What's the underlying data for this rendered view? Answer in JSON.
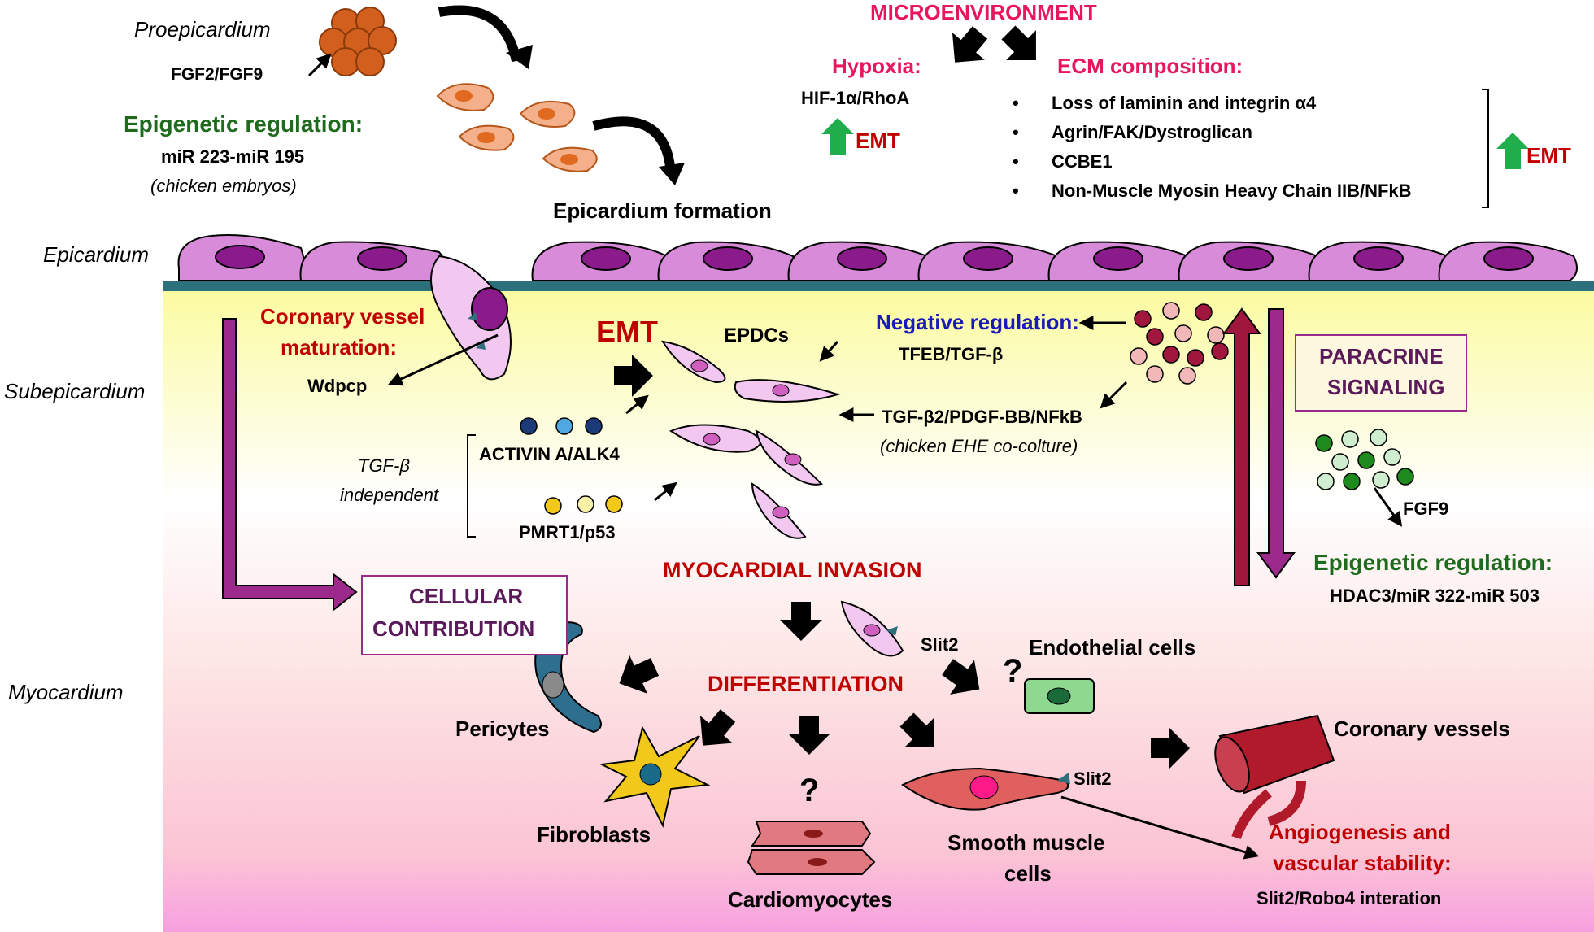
{
  "colors": {
    "red": "#c00000",
    "pink": "#e8175d",
    "green": "#1e6b1e",
    "blue": "#1a1ab8",
    "purple": "#5a1a5a",
    "arrow_green": "#1fae4b",
    "pathway_purple": "#9c2a8c",
    "pathway_red": "#a0163c",
    "cell_pink": "#d88bd8",
    "nucleus_purple": "#8b1a8b",
    "membrane": "#2e6f7c"
  },
  "top_left": {
    "proepicardium": "Proepicardium",
    "fgf": "FGF2/FGF9",
    "epigenetic_title": "Epigenetic regulation:",
    "mir": "miR 223-miR 195",
    "chicken": "(chicken embryos)",
    "epicardium_formation": "Epicardium formation"
  },
  "microenvironment": {
    "title": "MICROENVIRONMENT",
    "hypoxia_title": "Hypoxia:",
    "hypoxia_pathway": "HIF-1α/RhoA",
    "hypoxia_emt": "EMT",
    "ecm_title": "ECM composition:",
    "ecm_items": [
      "Loss of laminin and integrin α4",
      "Agrin/FAK/Dystroglican",
      "CCBE1",
      "Non-Muscle Myosin Heavy Chain IIB/NFkB"
    ],
    "ecm_emt": "EMT"
  },
  "layers": {
    "epicardium": "Epicardium",
    "subepicardium": "Subepicardium",
    "myocardium": "Myocardium"
  },
  "subepicardium": {
    "coronary_title_1": "Coronary vessel",
    "coronary_title_2": "maturation:",
    "wdpcp": "Wdpcp",
    "emt": "EMT",
    "epdcs": "EPDCs",
    "negative_title": "Negative regulation:",
    "tfeb": "TFEB/TGF-β",
    "tgfb2": "TGF-β2/PDGF-BB/NFkB",
    "chicken_ehe": "(chicken EHE co-colture)",
    "activin": "ACTIVIN A/ALK4",
    "tgfb_indep_1": "TGF-β",
    "tgfb_indep_2": "independent",
    "pmrt": "PMRT1/p53",
    "paracrine_1": "PARACRINE",
    "paracrine_2": "SIGNALING",
    "fgf9": "FGF9",
    "epigenetic_title": "Epigenetic regulation:",
    "hdac": "HDAC3/miR 322-miR 503"
  },
  "myocardium": {
    "invasion": "MYOCARDIAL INVASION",
    "cellular_1": "CELLULAR",
    "cellular_2": "CONTRIBUTION",
    "slit2_a": "Slit2",
    "slit2_b": "Slit2",
    "differentiation": "DIFFERENTIATION",
    "endothelial": "Endothelial cells",
    "pericytes": "Pericytes",
    "fibroblasts": "Fibroblasts",
    "cardiomyocytes": "Cardiomyocytes",
    "smooth_1": "Smooth muscle",
    "smooth_2": "cells",
    "coronary_vessels": "Coronary vessels",
    "angio_1": "Angiogenesis and",
    "angio_2": "vascular stability:",
    "slit2_robo4": "Slit2/Robo4 interation",
    "question": "?"
  }
}
